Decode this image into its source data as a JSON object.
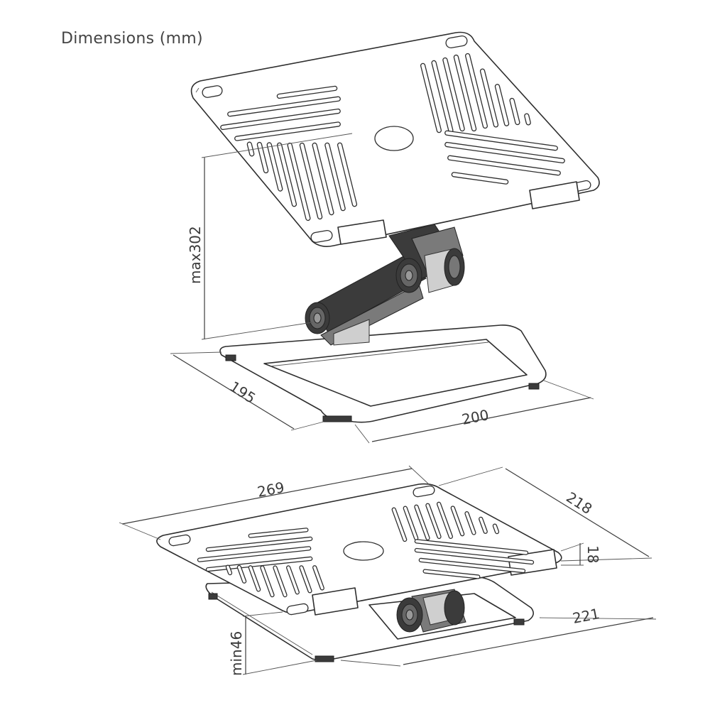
{
  "title": "Dimensions (mm)",
  "dimensions": {
    "max_height": "max302",
    "base_depth": "195",
    "base_width": "200",
    "plate_width": "269",
    "plate_depth": "218",
    "plate_thickness": "18",
    "folded_depth": "221",
    "min_height": "min46"
  }
}
